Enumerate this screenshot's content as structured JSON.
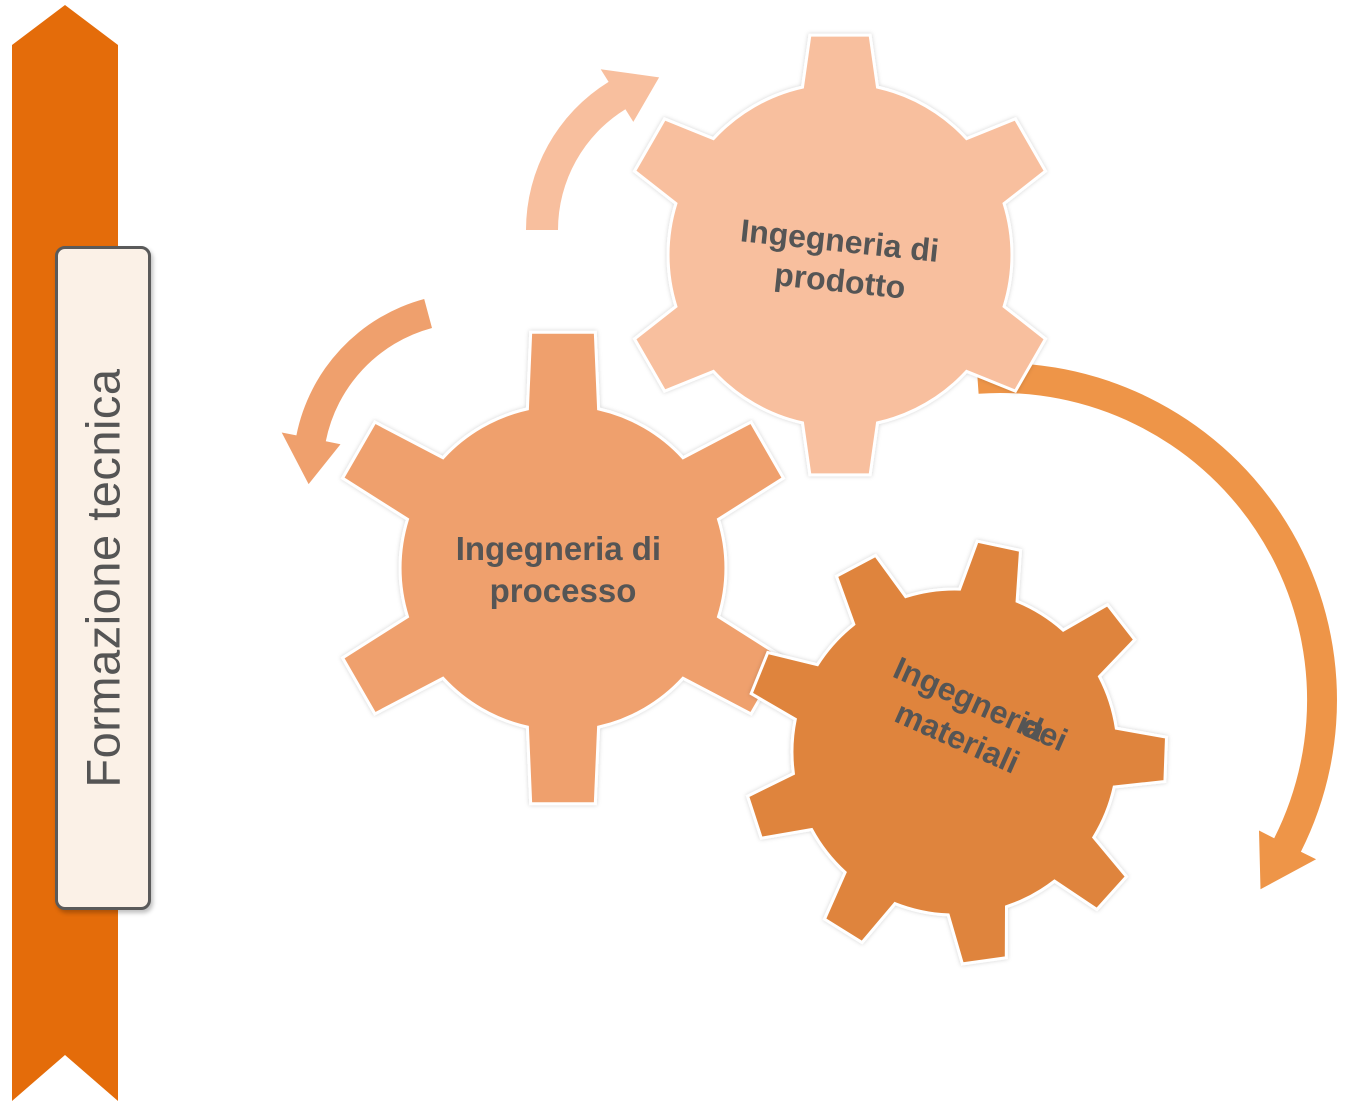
{
  "sidebar": {
    "label": "Formazione tecnica",
    "banner_color": "#e46c0a"
  },
  "gears": {
    "prodotto": {
      "line1": "Ingegneria di",
      "line2": "prodotto",
      "color": "#f8bf9e"
    },
    "processo": {
      "line1": "Ingegneria di",
      "line2": "processo",
      "color": "#efa06d"
    },
    "materiali": {
      "line1": "Ingegneria",
      "line2": "dei",
      "line3": "materiali",
      "color": "#df843c"
    }
  },
  "arrows": {
    "top": {
      "color": "#f8bf9e"
    },
    "left": {
      "color": "#efa06d"
    },
    "right": {
      "color": "#ee9548"
    }
  }
}
